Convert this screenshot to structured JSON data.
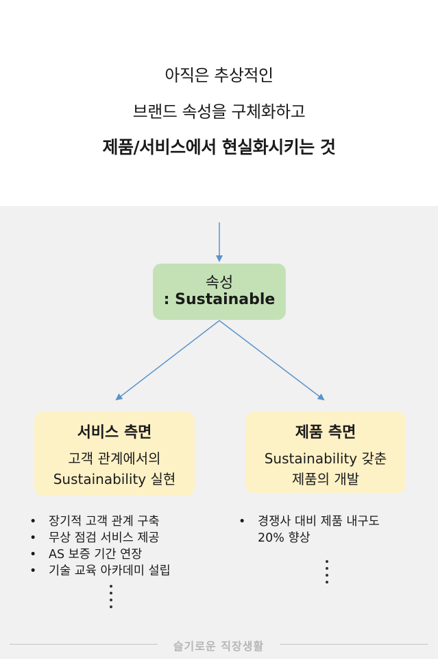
{
  "intro": {
    "line1": "아직은 추상적인",
    "line2": "브랜드 속성을 구체화하고",
    "line3": "제품/서비스에서 현실화시키는 것"
  },
  "attribute_box": {
    "line1": "속성",
    "line2": ": Sustainable",
    "color": "#c3e1b5"
  },
  "service_box": {
    "title": "서비스 측면",
    "desc_line1": "고객 관계에서의",
    "desc_line2": "Sustainability 실현",
    "color": "#fdf1c6"
  },
  "product_box": {
    "title": "제품 측면",
    "desc_line1": "Sustainability 갖춘",
    "desc_line2": "제품의 개발",
    "color": "#fdf1c6"
  },
  "service_items": [
    "장기적 고객 관계 구축",
    "무상 점검 서비스 제공",
    "AS 보증 기간 연장",
    "기술 교육 아카데미 설립"
  ],
  "product_items": [
    "경쟁사 대비 제품 내구도",
    "20% 향상"
  ],
  "footer": {
    "text": "슬기로운 직장생활"
  },
  "colors": {
    "arrow": "#5a93c9",
    "background": "#f1f1f1"
  }
}
